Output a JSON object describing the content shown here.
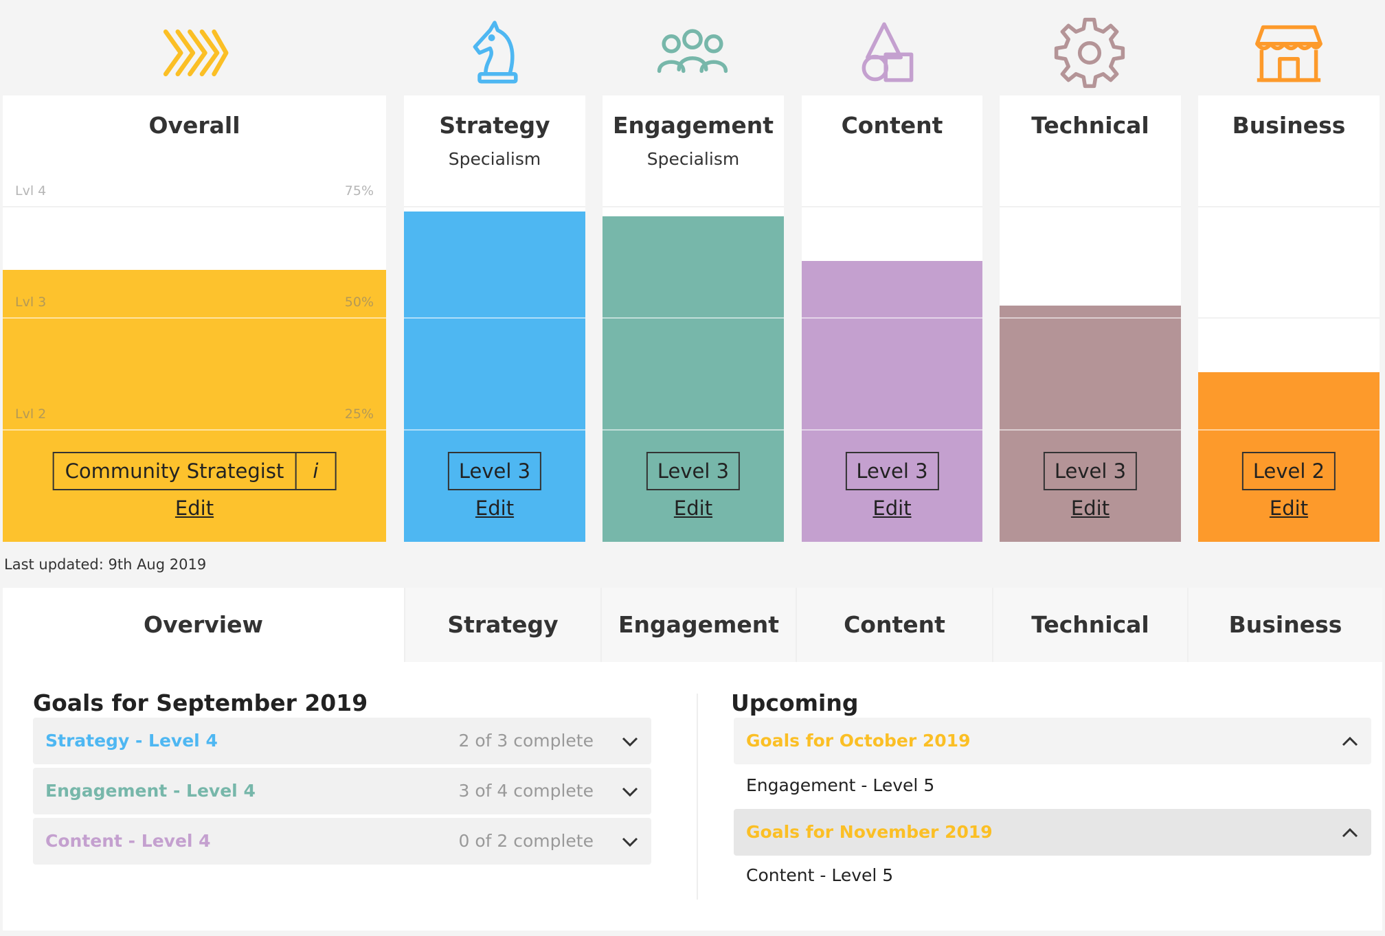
{
  "colors": {
    "overall": "#fdc22d",
    "strategy": "#4eb7f2",
    "engagement": "#77b7aa",
    "content": "#c4a0cf",
    "technical": "#b49497",
    "business": "#fd9a2b",
    "accent_yellow": "#fbbf25"
  },
  "icons": [
    "chevrons-right-icon",
    "chess-knight-icon",
    "people-group-icon",
    "shapes-icon",
    "gear-icon",
    "storefront-icon"
  ],
  "overall": {
    "title": "Overall",
    "level_fraction": 0.61,
    "grid": [
      {
        "left": "Lvl 4",
        "right": "75%"
      },
      {
        "left": "Lvl 3",
        "right": "50%"
      },
      {
        "left": "Lvl 2",
        "right": "25%"
      }
    ],
    "badge": "Community Strategist",
    "info": "i",
    "edit": "Edit"
  },
  "categories": [
    {
      "key": "strategy",
      "title": "Strategy",
      "subtitle": "Specialism",
      "level_fraction": 0.74,
      "badge": "Level 3",
      "edit": "Edit"
    },
    {
      "key": "engagement",
      "title": "Engagement",
      "subtitle": "Specialism",
      "level_fraction": 0.73,
      "badge": "Level 3",
      "edit": "Edit"
    },
    {
      "key": "content",
      "title": "Content",
      "subtitle": "",
      "level_fraction": 0.63,
      "badge": "Level 3",
      "edit": "Edit"
    },
    {
      "key": "technical",
      "title": "Technical",
      "subtitle": "",
      "level_fraction": 0.53,
      "badge": "Level 3",
      "edit": "Edit"
    },
    {
      "key": "business",
      "title": "Business",
      "subtitle": "",
      "level_fraction": 0.38,
      "badge": "Level 2",
      "edit": "Edit"
    }
  ],
  "last_updated": "Last updated: 9th Aug 2019",
  "tabs": [
    "Overview",
    "Strategy",
    "Engagement",
    "Content",
    "Technical",
    "Business"
  ],
  "goals": {
    "title": "Goals for September 2019",
    "items": [
      {
        "name": "Strategy - Level 4",
        "count": "2 of 3 complete",
        "color": "#4eb7f2"
      },
      {
        "name": "Engagement - Level 4",
        "count": "3 of 4 complete",
        "color": "#77b7aa"
      },
      {
        "name": "Content - Level 4",
        "count": "0 of 2 complete",
        "color": "#c4a0cf"
      }
    ]
  },
  "upcoming": {
    "title": "Upcoming",
    "groups": [
      {
        "name": "Goals for October 2019",
        "item": "Engagement - Level 5"
      },
      {
        "name": "Goals for November 2019",
        "item": "Content - Level 5"
      }
    ]
  }
}
